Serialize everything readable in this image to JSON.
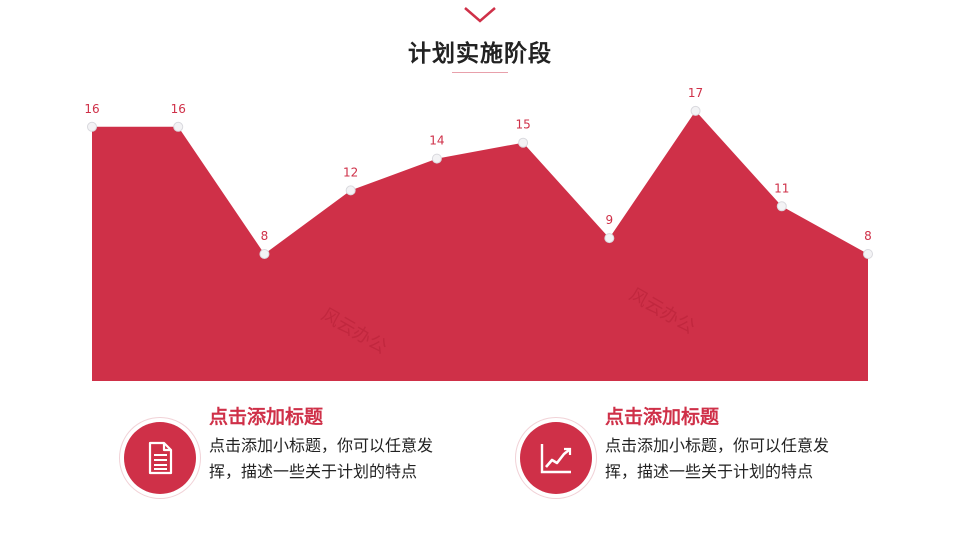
{
  "title": "计划实施阶段",
  "chart_data": {
    "type": "area",
    "categories": [
      "",
      "",
      "",
      "",
      "",
      "",
      "",
      "",
      "",
      ""
    ],
    "values": [
      16,
      16,
      8,
      12,
      14,
      15,
      9,
      17,
      11,
      8
    ],
    "data_labels": [
      "16",
      "16",
      "8",
      "12",
      "14",
      "15",
      "9",
      "17",
      "11",
      "8"
    ],
    "ylim": [
      0,
      17
    ],
    "color": "#cf3048",
    "label_color": "#cf3048",
    "grid": false,
    "legend": "none"
  },
  "watermarks": [
    "风云办公",
    "风云办公"
  ],
  "cards": [
    {
      "icon": "document-icon",
      "title": "点击添加标题",
      "body": "点击添加小标题，你可以任意发挥，描述一些关于计划的特点"
    },
    {
      "icon": "line-chart-icon",
      "title": "点击添加标题",
      "body": "点击添加小标题，你可以任意发挥，描述一些关于计划的特点"
    }
  ],
  "colors": {
    "accent": "#cf3048",
    "text": "#222222"
  }
}
